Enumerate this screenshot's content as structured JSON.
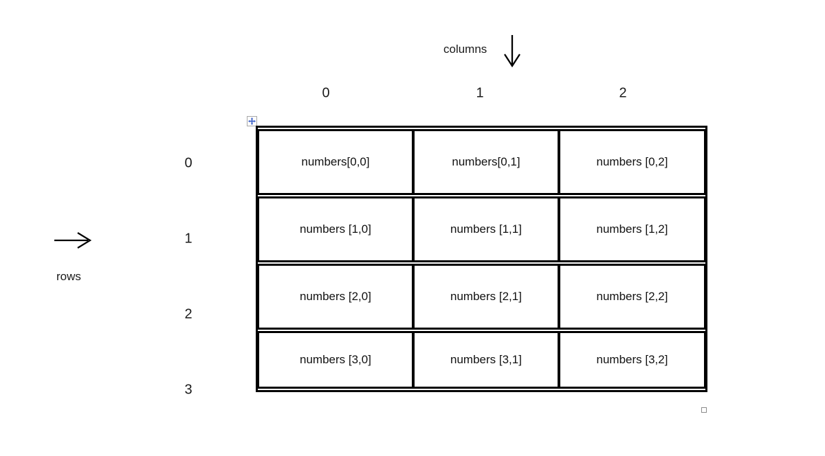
{
  "page": {
    "background": "#ffffff"
  },
  "diagram": {
    "columns_label": "columns",
    "rows_label": "rows",
    "column_indices": [
      "0",
      "1",
      "2"
    ],
    "row_indices": [
      "0",
      "1",
      "2",
      "3"
    ],
    "grid": {
      "rows": [
        {
          "cells": [
            "numbers[0,0]",
            "numbers[0,1]",
            "numbers [0,2]"
          ]
        },
        {
          "cells": [
            "numbers [1,0]",
            "numbers [1,1]",
            "numbers [1,2]"
          ]
        },
        {
          "cells": [
            "numbers [2,0]",
            "numbers [2,1]",
            "numbers [2,2]"
          ]
        },
        {
          "cells": [
            "numbers [3,0]",
            "numbers [3,1]",
            "numbers [3,2]"
          ]
        }
      ]
    }
  },
  "icons": {
    "down_arrow": "arrow pointing down",
    "right_arrow": "arrow pointing right",
    "move_handle": "table move handle (4-way cross)",
    "resize_handle": "table resize handle"
  },
  "colors": {
    "border": "#000000",
    "text": "#111111",
    "handle_blue": "#3a5fc8",
    "handle_box_border": "#a8a8a8",
    "resize_border": "#8a8a8a"
  }
}
